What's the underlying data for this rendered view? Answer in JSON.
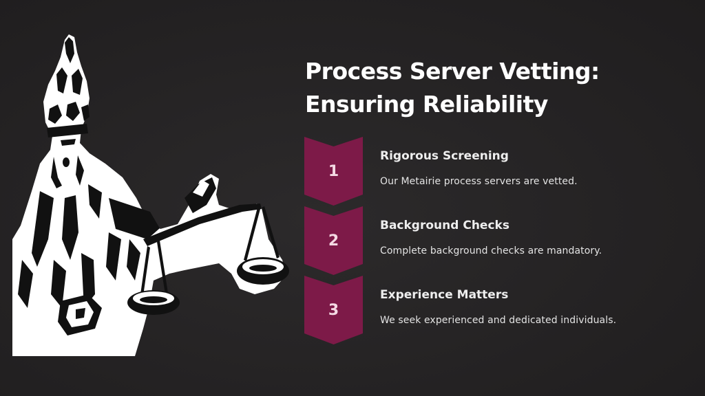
{
  "slide": {
    "title_line1": "Process Server Vetting:",
    "title_line2": "Ensuring Reliability",
    "illustration_icon": "lady-justice-scales-icon",
    "accent_color": "#7d1a48",
    "background_color": "#262425",
    "steps": [
      {
        "number": "1",
        "title": "Rigorous Screening",
        "description": "Our Metairie process servers are vetted."
      },
      {
        "number": "2",
        "title": "Background Checks",
        "description": "Complete background checks are mandatory."
      },
      {
        "number": "3",
        "title": "Experience Matters",
        "description": "We seek experienced and dedicated individuals."
      }
    ]
  }
}
